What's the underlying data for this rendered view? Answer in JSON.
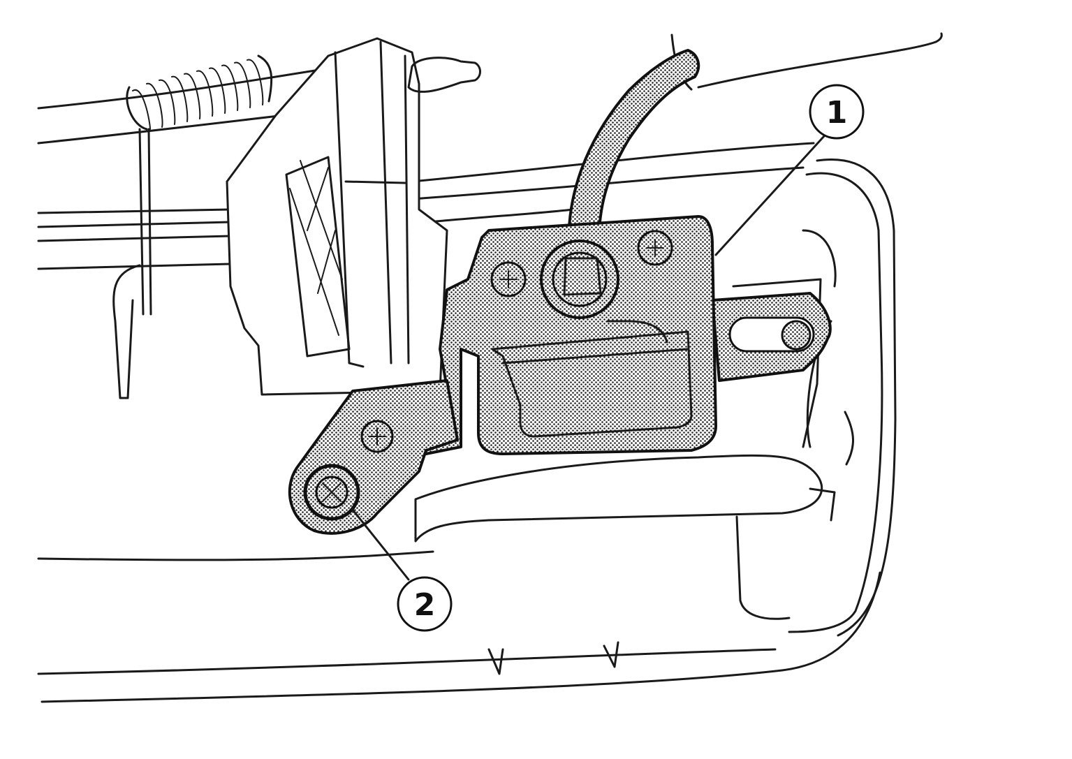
{
  "callouts": [
    {
      "id": "1",
      "label": "1"
    },
    {
      "id": "2",
      "label": "2"
    }
  ],
  "colors": {
    "line": "#1a1a1a",
    "stipple": "#222222",
    "background": "#ffffff"
  }
}
